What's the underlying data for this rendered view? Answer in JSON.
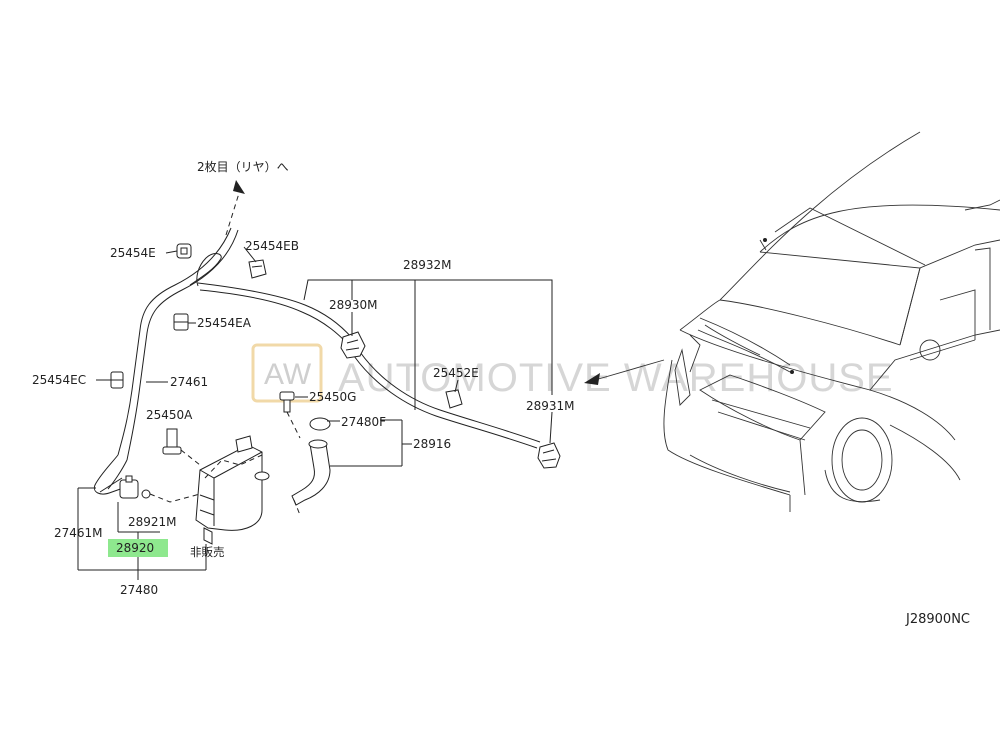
{
  "diagram": {
    "code": "J28900NC",
    "rear_note": "2枚目（リヤ）へ",
    "not_sold": "非販売",
    "watermark": {
      "logo": "AW",
      "text": "AUTOMOTIVE WAREHOUSE"
    },
    "highlight_color": "#8ee88e",
    "labels": {
      "p25454E": "25454E",
      "p25454EB": "25454EB",
      "p25454EA": "25454EA",
      "p25454EC": "25454EC",
      "p27461": "27461",
      "p25450A": "25450A",
      "p25450G": "25450G",
      "p27480F": "27480F",
      "p28916": "28916",
      "p28932M": "28932M",
      "p28930M": "28930M",
      "p25452E": "25452E",
      "p28931M": "28931M",
      "p27461M": "27461M",
      "p28921M": "28921M",
      "p28920": "28920",
      "p27480": "27480"
    }
  }
}
